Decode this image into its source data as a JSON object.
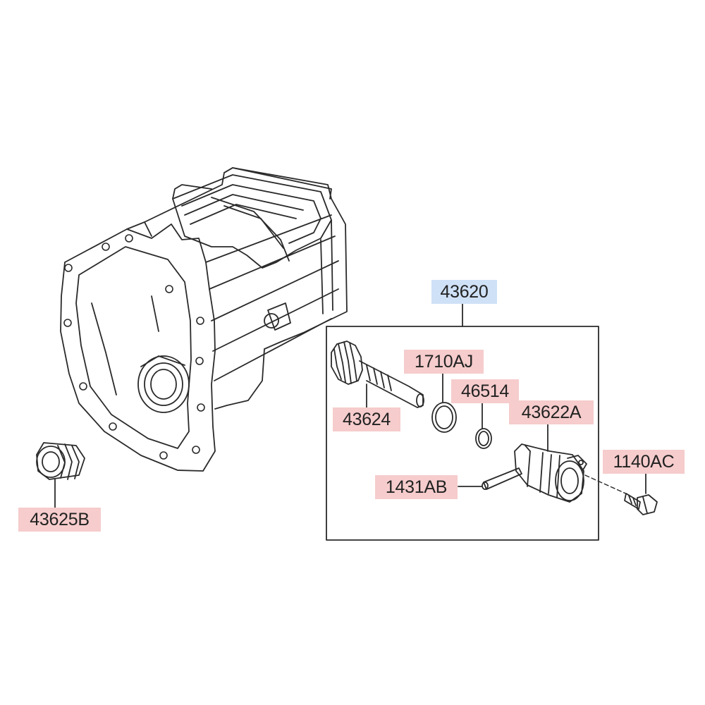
{
  "colors": {
    "label_fill": "#f6cccc",
    "assembly_label_fill": "#cfe1f6",
    "line": "#2a2a2a"
  },
  "labels": {
    "assembly": "43620",
    "drive_gear": "43624",
    "o_ring_large": "1710AJ",
    "o_ring_small": "46514",
    "sleeve": "43622A",
    "pin": "1431AB",
    "bolt": "1140AC",
    "plug": "43625B"
  }
}
